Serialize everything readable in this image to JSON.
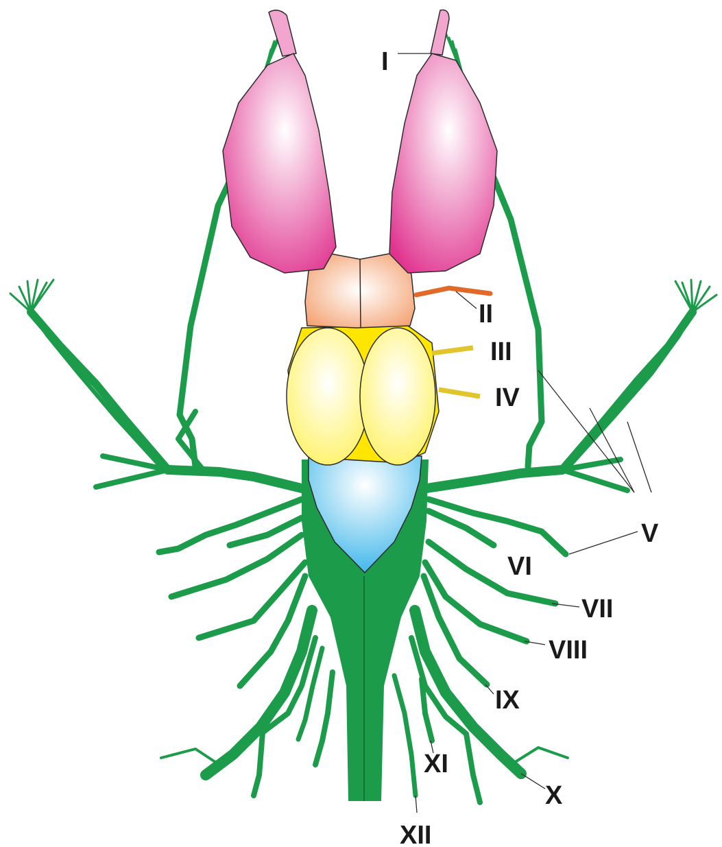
{
  "colors": {
    "cerebrum": "#e0338f",
    "cerebrum_light": "#ffffff",
    "diencephalon": "#f39a66",
    "optic_lobes": "#fff15a",
    "optic_lobe_backdrop": "#ffe600",
    "cerebellum": "#29aee8",
    "medulla": "#1c9b4a",
    "nerve": "#1c9b4a",
    "optic_nerve": "#e16a2a",
    "oculomotor": "#e2c52c",
    "outline": "#2b2b2b",
    "label": "#1a1a1a"
  },
  "nerve_labels": {
    "I": "I",
    "II": "II",
    "III": "III",
    "IV": "IV",
    "V": "V",
    "VI": "VI",
    "VII": "VII",
    "VIII": "VIII",
    "IX": "IX",
    "X": "X",
    "XI": "XI",
    "XII": "XII"
  }
}
